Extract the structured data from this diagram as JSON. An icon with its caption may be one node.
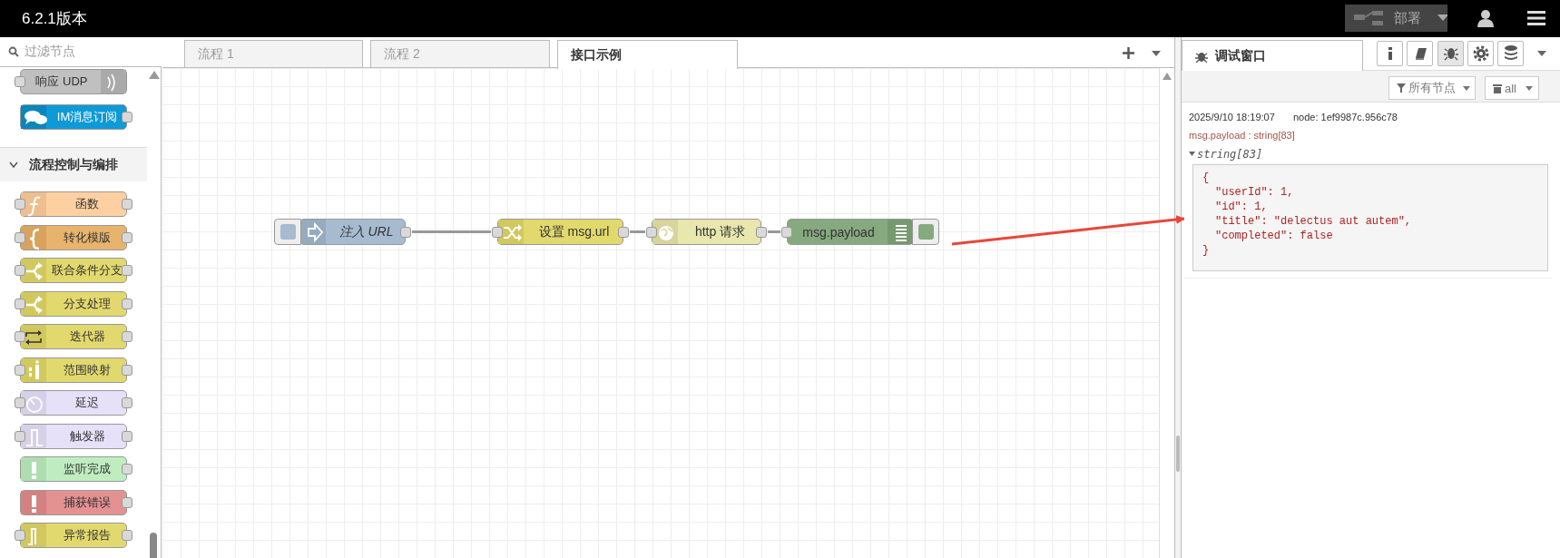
{
  "diagram": {
    "nodes": [
      {
        "text": [
          "响应 UDP"
        ]
      },
      {
        "text": [
          "IM消息订阅"
        ]
      },
      {
        "text": [
          "函数"
        ]
      },
      {
        "text": [
          "转化模版"
        ]
      },
      {
        "text": [
          "联合条件分支"
        ]
      },
      {
        "text": [
          "分支处理"
        ]
      },
      {
        "text": [
          "迭代器"
        ]
      },
      {
        "text": [
          "范围映射"
        ]
      },
      {
        "text": [
          "延迟"
        ]
      },
      {
        "text": [
          "触发器"
        ]
      },
      {
        "text": [
          "监听完成"
        ]
      },
      {
        "text": [
          "捕获错误"
        ]
      },
      {
        "text": [
          "异常报告"
        ]
      },
      {
        "text": [
          "注入 URL"
        ]
      },
      {
        "text": [
          "设置 msg.url"
        ]
      },
      {
        "text": [
          "http 请求"
        ]
      },
      {
        "text": [
          "msg.payload"
        ]
      },
      {
        "text": [
          "2025/9/10 18:19:07",
          "node: 1ef9987c.956c78",
          "msg.payload : string[83]",
          "string[83]"
        ]
      },
      {
        "text": [
          "{",
          "\"userId\": 1,",
          "\"id\": 1,",
          "\"title\": \"delectus aut autem\",",
          "\"completed\": false",
          "}"
        ],
        "in": 17
      }
    ],
    "edges": [
      {
        "from": 13,
        "to": 14,
        "arrow": "none"
      },
      {
        "from": 14,
        "to": 15,
        "arrow": "none"
      },
      {
        "from": 15,
        "to": 16,
        "arrow": "none"
      },
      {
        "from": 16,
        "to": 17,
        "arrow": "to",
        "color": "#e8473a"
      }
    ],
    "labels": [
      "6.2.1版本",
      "部署",
      "过滤节点",
      "流程控制与编排",
      "流程 1",
      "流程 2",
      "接口示例",
      "调试窗口",
      "所有节点",
      "all"
    ]
  }
}
